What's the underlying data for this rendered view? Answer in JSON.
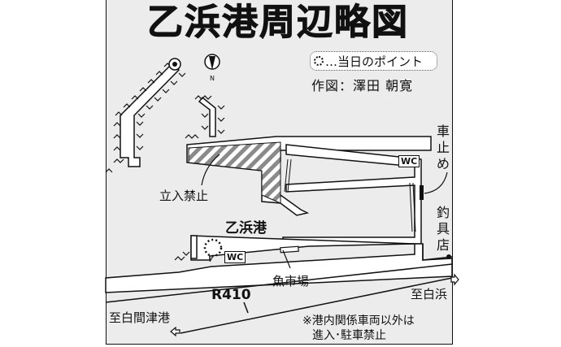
{
  "map": {
    "title": "乙浜港周辺略図",
    "legend": {
      "symbol": "dotted-circle",
      "text": "…当日のポイント"
    },
    "credit": "作図：澤田 朝寛",
    "compass": {
      "label": "N"
    },
    "labels": {
      "harbor_name": "乙浜港",
      "no_entry": "立入禁止",
      "car_stop": [
        "車",
        "止",
        "め"
      ],
      "tackle_shop": [
        "釣",
        "具",
        "店"
      ],
      "fish_market": "魚市場",
      "route": "R410",
      "to_shirahama": "至白浜",
      "to_shiramazu": "至白間津港",
      "wc_1": "WC",
      "wc_2": "WC",
      "note_line1": "※港内関係車両以外は",
      "note_line2": "進入･駐車禁止"
    },
    "colors": {
      "sea": "#ececec",
      "land": "#ffffff",
      "outline": "#111111",
      "hatch": "#888888"
    }
  }
}
